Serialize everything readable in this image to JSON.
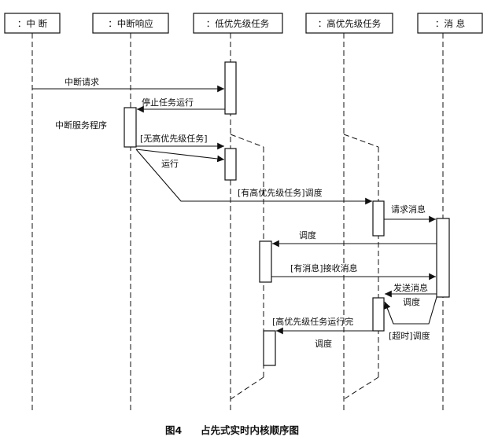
{
  "objects": [
    {
      "label": "：中 断"
    },
    {
      "label": "：中断响应"
    },
    {
      "label": "：低优先级任务"
    },
    {
      "label": "：高优先级任务"
    },
    {
      "label": "：消 息"
    }
  ],
  "messages": {
    "interrupt_request": "中断请求",
    "stop_task": "停止任务运行",
    "isr": "中断服务程序",
    "no_high_task": "[无高优先级任务]",
    "run": "运行",
    "high_task_schedule": "[有高优先级任务]调度",
    "request_message": "请求消息",
    "schedule_1": "调度",
    "has_message_receive": "[有消息]接收消息",
    "send_message": "发送消息",
    "schedule_2": "调度",
    "high_task_done": "[高优先级任务运行完",
    "timeout_schedule": "[超时]调度",
    "schedule_3": "调度"
  },
  "caption": {
    "fig_no": "图4",
    "title": "占先式实时内核顺序图"
  }
}
